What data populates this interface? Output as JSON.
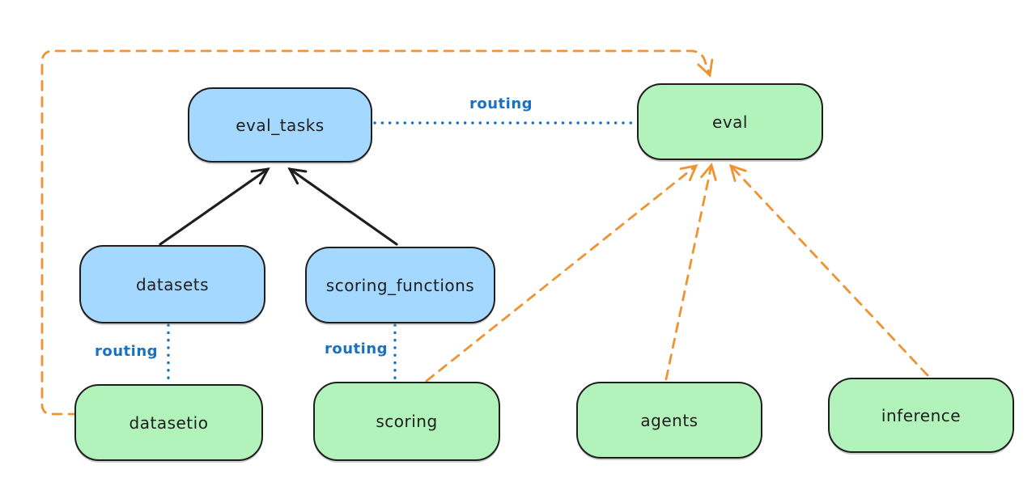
{
  "diagram": {
    "type": "flowchart",
    "background": "#ffffff",
    "colors": {
      "node_stroke": "#1e1e1e",
      "api_node_fill_blue": "#a5d8ff",
      "provider_node_fill_green": "#b2f2bb",
      "routing_line_blue": "#1971c2",
      "routing_label_blue": "#1971c2",
      "dependency_arrow_black": "#1e1e1e",
      "provider_arrow_orange": "#ef9332"
    },
    "nodes": {
      "eval_tasks": {
        "label": "eval_tasks",
        "color": "blue"
      },
      "eval": {
        "label": "eval",
        "color": "green"
      },
      "datasets": {
        "label": "datasets",
        "color": "blue"
      },
      "scoring_functions": {
        "label": "scoring_functions",
        "color": "blue"
      },
      "datasetio": {
        "label": "datasetio",
        "color": "green"
      },
      "scoring": {
        "label": "scoring",
        "color": "green"
      },
      "agents": {
        "label": "agents",
        "color": "green"
      },
      "inference": {
        "label": "inference",
        "color": "green"
      }
    },
    "edge_labels": {
      "eval_tasks_eval": "routing",
      "datasets_datasetio": "routing",
      "scoring_functions_scoring": "routing"
    },
    "edges": [
      {
        "from": "datasetio",
        "to": "eval",
        "style": "dashed",
        "color": "orange",
        "arrow": true,
        "route": "left-and-over-top"
      },
      {
        "from": "scoring",
        "to": "eval",
        "style": "dashed",
        "color": "orange",
        "arrow": true
      },
      {
        "from": "agents",
        "to": "eval",
        "style": "dashed",
        "color": "orange",
        "arrow": true
      },
      {
        "from": "inference",
        "to": "eval",
        "style": "dashed",
        "color": "orange",
        "arrow": true
      },
      {
        "from": "datasets",
        "to": "eval_tasks",
        "style": "solid",
        "color": "black",
        "arrow": true
      },
      {
        "from": "scoring_functions",
        "to": "eval_tasks",
        "style": "solid",
        "color": "black",
        "arrow": true
      },
      {
        "from": "eval_tasks",
        "to": "eval",
        "style": "dotted",
        "color": "blue",
        "arrow": false,
        "label": "routing"
      },
      {
        "from": "datasets",
        "to": "datasetio",
        "style": "dotted",
        "color": "blue",
        "arrow": false,
        "label": "routing"
      },
      {
        "from": "scoring_functions",
        "to": "scoring",
        "style": "dotted",
        "color": "blue",
        "arrow": false,
        "label": "routing"
      }
    ]
  }
}
